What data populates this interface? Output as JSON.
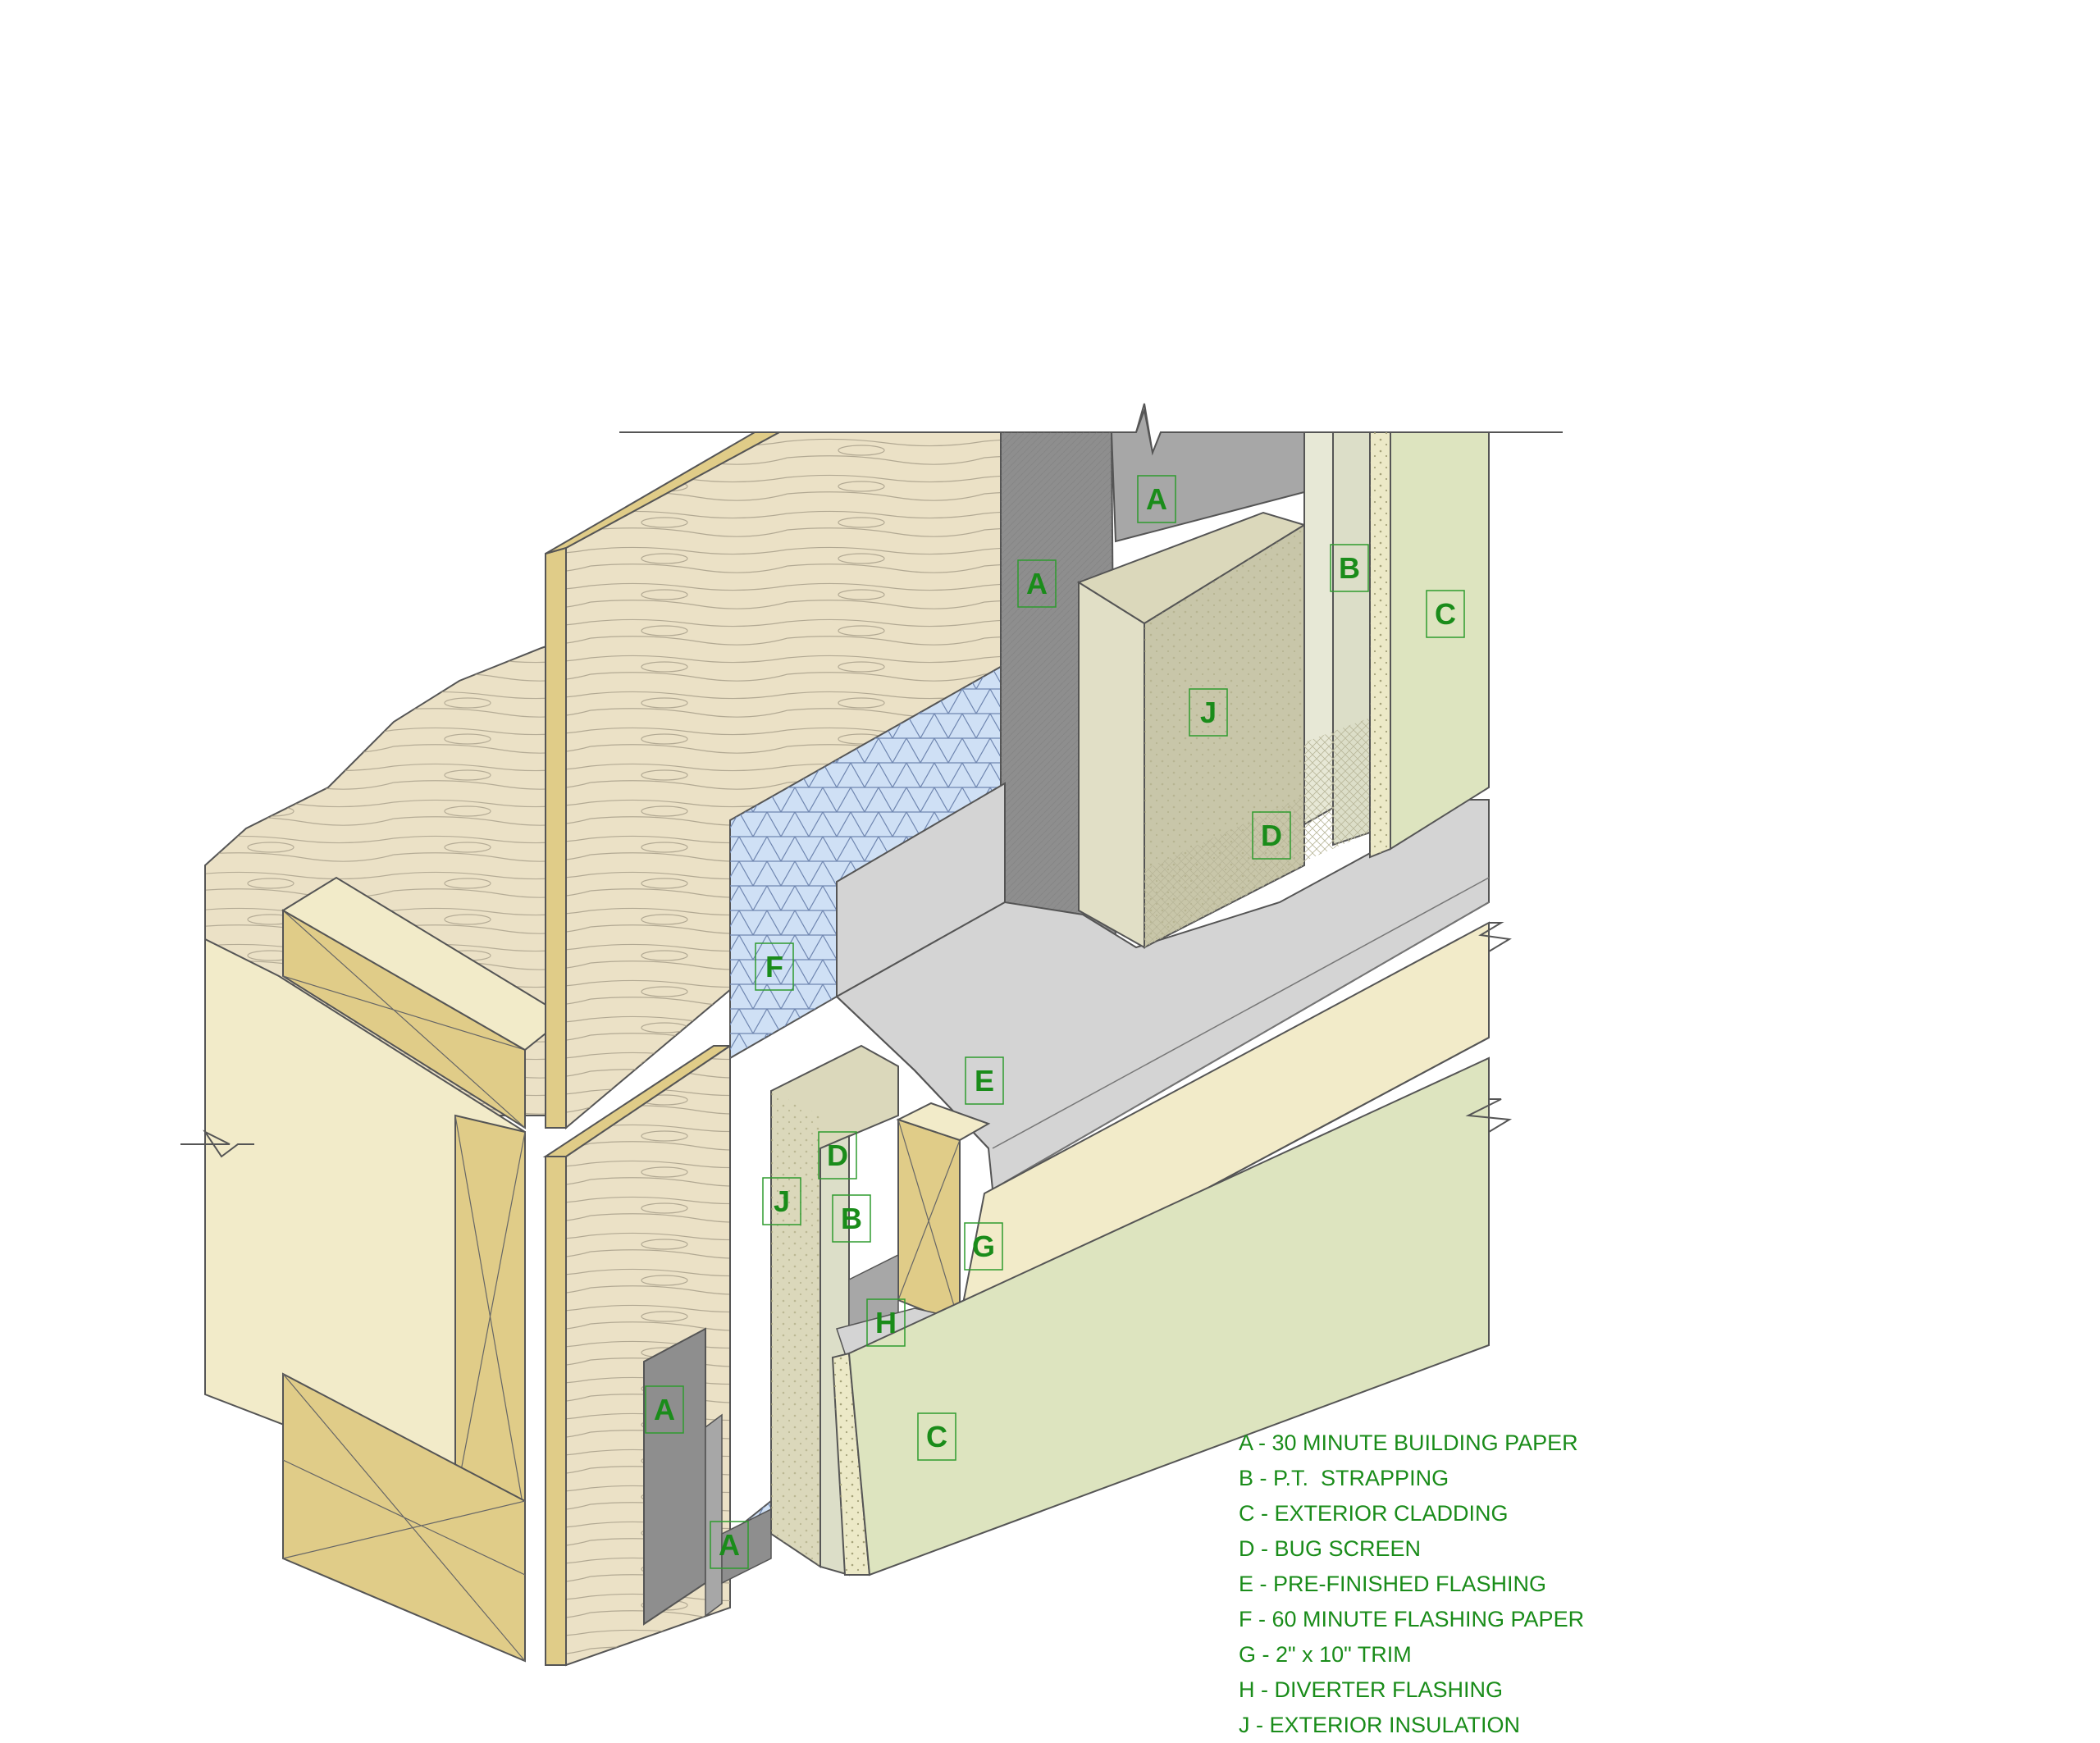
{
  "colors": {
    "wood_light": "#ebe1c6",
    "wood_end": "#e0cc88",
    "wood_face": "#f2ebc9",
    "paper_dark": "#8e8e8e",
    "paper_mid": "#a7a7a7",
    "flashing_paper": "#cfe0f5",
    "flashing": "#d4d4d4",
    "insulation": "#c8c6a9",
    "strapping": "#dcdec8",
    "cladding": "#dde4bf",
    "trim": "#f2ebc9",
    "callout_green": "#1a8c1a"
  },
  "callouts": [
    {
      "id": "callout-a-top",
      "text": "A"
    },
    {
      "id": "callout-a-mid",
      "text": "A"
    },
    {
      "id": "callout-b-top",
      "text": "B"
    },
    {
      "id": "callout-c-top",
      "text": "C"
    },
    {
      "id": "callout-j-top",
      "text": "J"
    },
    {
      "id": "callout-d-top",
      "text": "D"
    },
    {
      "id": "callout-f",
      "text": "F"
    },
    {
      "id": "callout-e",
      "text": "E"
    },
    {
      "id": "callout-d-low",
      "text": "D"
    },
    {
      "id": "callout-j-low",
      "text": "J"
    },
    {
      "id": "callout-b-low",
      "text": "B"
    },
    {
      "id": "callout-g",
      "text": "G"
    },
    {
      "id": "callout-h",
      "text": "H"
    },
    {
      "id": "callout-a-low1",
      "text": "A"
    },
    {
      "id": "callout-a-low2",
      "text": "A"
    },
    {
      "id": "callout-c-low",
      "text": "C"
    }
  ],
  "legend": [
    "A - 30 MINUTE BUILDING PAPER",
    "B - P.T.  STRAPPING",
    "C - EXTERIOR CLADDING",
    "D - BUG SCREEN",
    "E - PRE-FINISHED FLASHING",
    "F - 60 MINUTE FLASHING PAPER",
    "G - 2\" x 10\" TRIM",
    "H - DIVERTER FLASHING",
    "J - EXTERIOR INSULATION"
  ]
}
